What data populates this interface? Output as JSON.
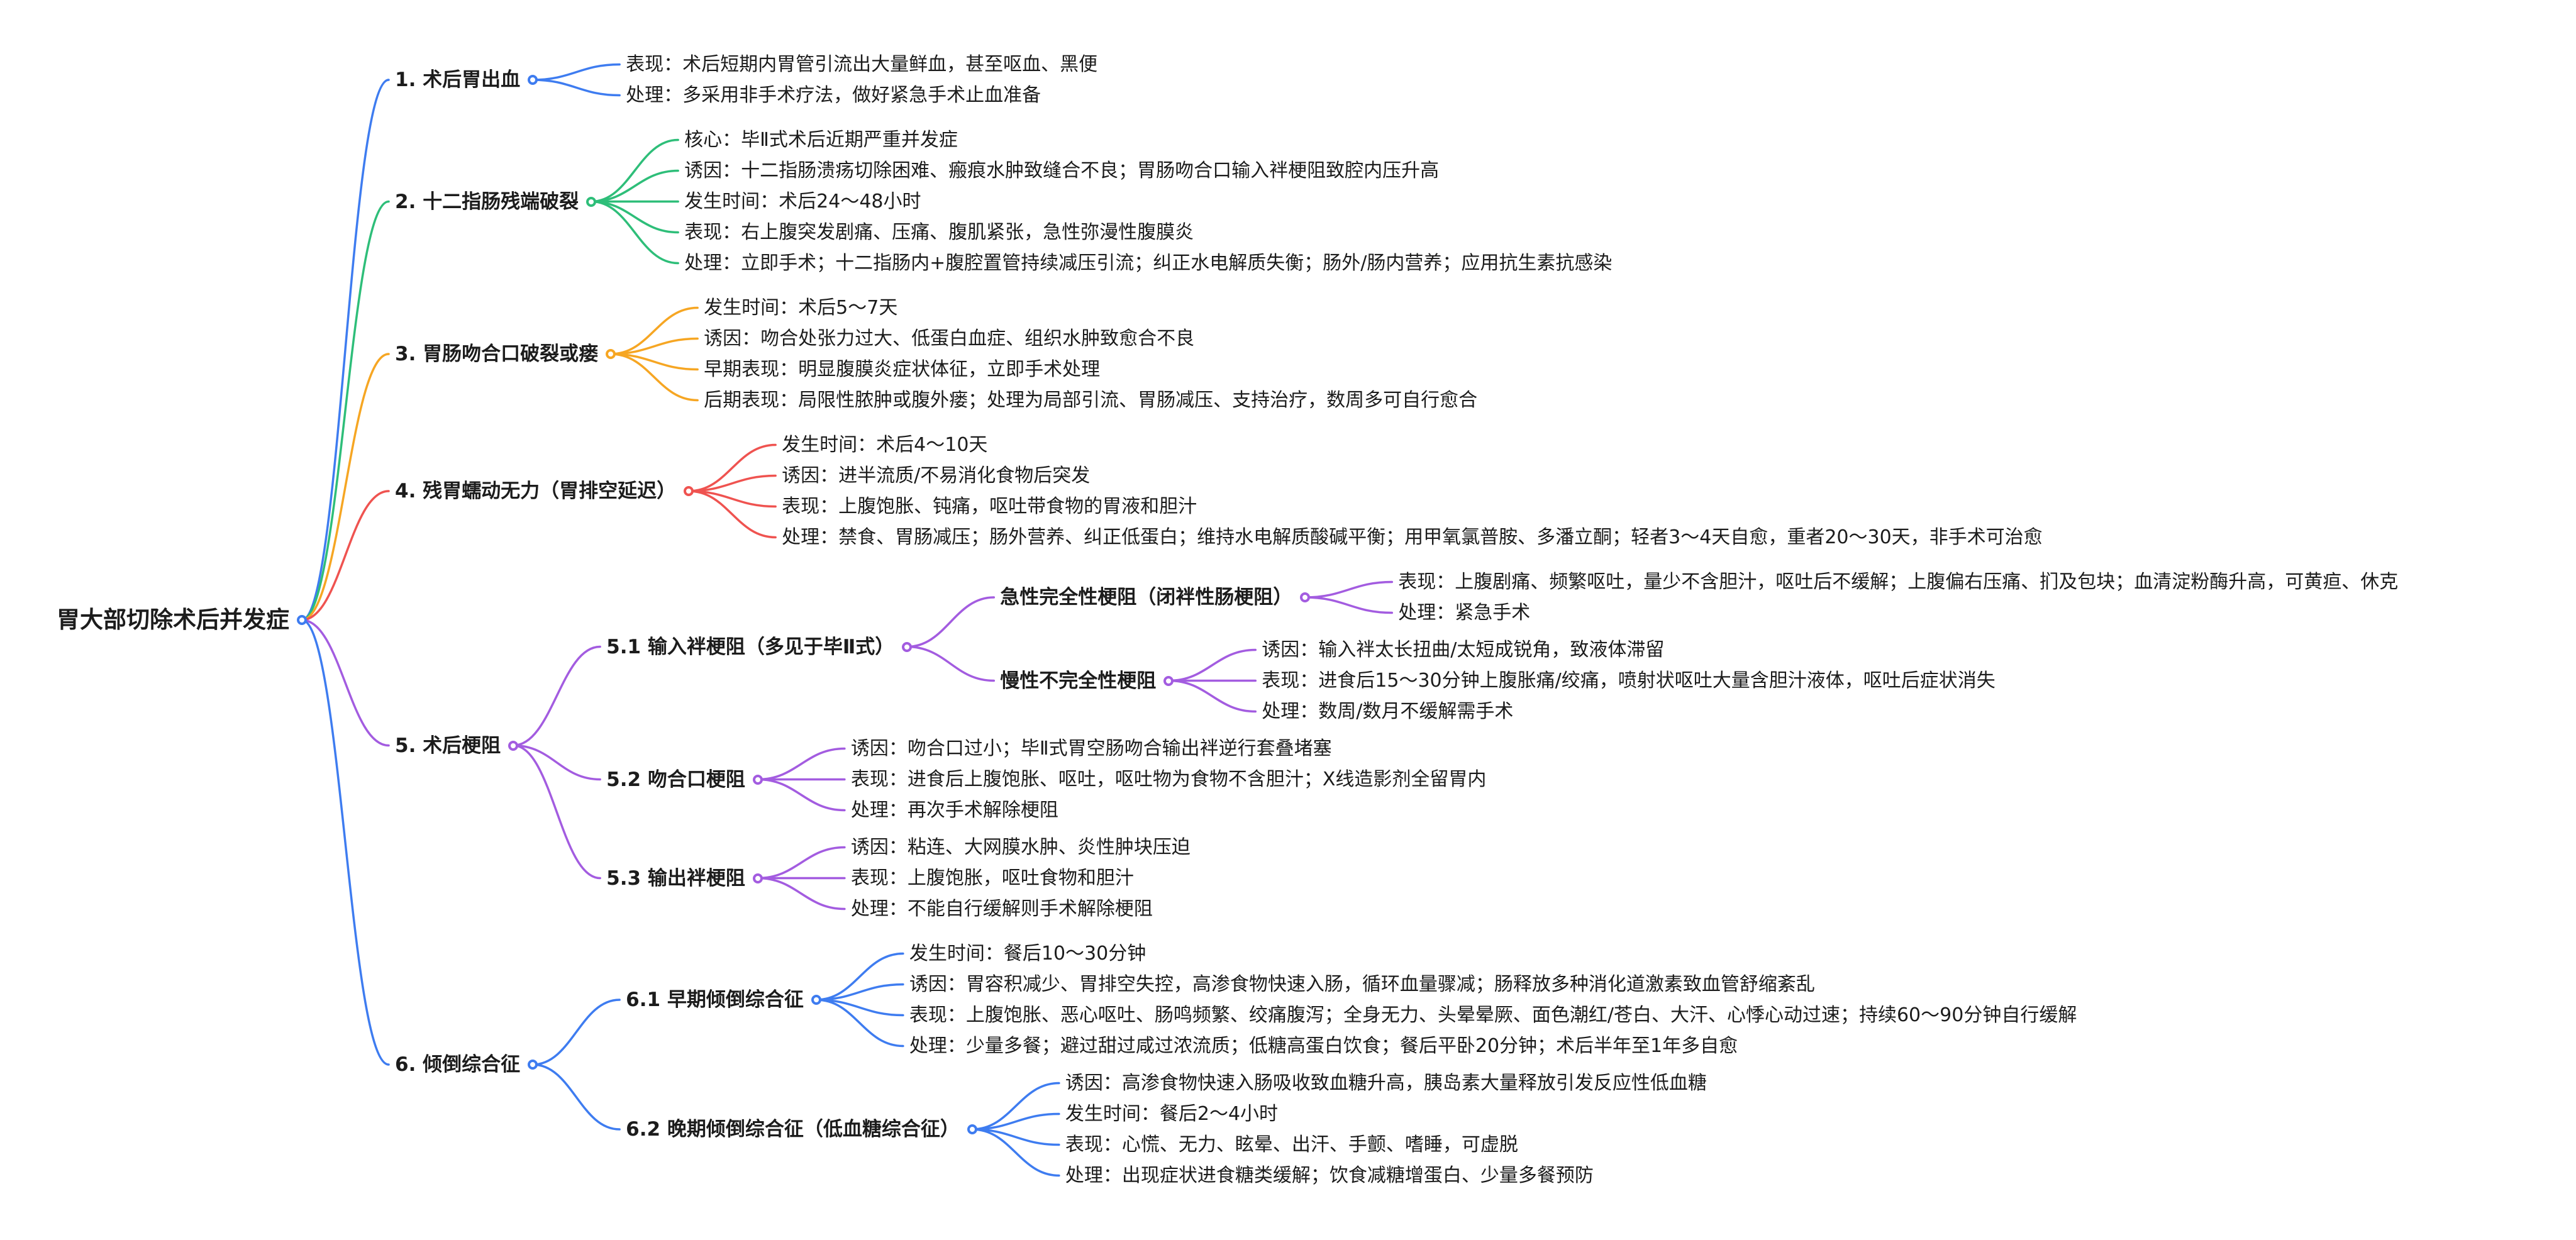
{
  "canvas": {
    "background": "#ffffff"
  },
  "root": {
    "label": "胃大部切除术后并发症",
    "color": "#3E7CF0",
    "children": [
      {
        "label": "1. 术后胃出血",
        "color": "#3E7CF0",
        "children": [
          {
            "label": "表现：术后短期内胃管引流出大量鲜血，甚至呕血、黑便"
          },
          {
            "label": "处理：多采用非手术疗法，做好紧急手术止血准备"
          }
        ]
      },
      {
        "label": "2. 十二指肠残端破裂",
        "color": "#2EBE79",
        "children": [
          {
            "label": "核心：毕Ⅱ式术后近期严重并发症"
          },
          {
            "label": "诱因：十二指肠溃疡切除困难、瘢痕水肿致缝合不良；胃肠吻合口输入袢梗阻致腔内压升高"
          },
          {
            "label": "发生时间：术后24～48小时"
          },
          {
            "label": "表现：右上腹突发剧痛、压痛、腹肌紧张，急性弥漫性腹膜炎"
          },
          {
            "label": "处理：立即手术；十二指肠内+腹腔置管持续减压引流；纠正水电解质失衡；肠外/肠内营养；应用抗生素抗感染"
          }
        ]
      },
      {
        "label": "3. 胃肠吻合口破裂或瘘",
        "color": "#F6A623",
        "children": [
          {
            "label": "发生时间：术后5～7天"
          },
          {
            "label": "诱因：吻合处张力过大、低蛋白血症、组织水肿致愈合不良"
          },
          {
            "label": "早期表现：明显腹膜炎症状体征，立即手术处理"
          },
          {
            "label": "后期表现：局限性脓肿或腹外瘘；处理为局部引流、胃肠减压、支持治疗，数周多可自行愈合"
          }
        ]
      },
      {
        "label": "4. 残胃蠕动无力（胃排空延迟）",
        "color": "#EF5350",
        "children": [
          {
            "label": "发生时间：术后4～10天"
          },
          {
            "label": "诱因：进半流质/不易消化食物后突发"
          },
          {
            "label": "表现：上腹饱胀、钝痛，呕吐带食物的胃液和胆汁"
          },
          {
            "label": "处理：禁食、胃肠减压；肠外营养、纠正低蛋白；维持水电解质酸碱平衡；用甲氧氯普胺、多潘立酮；轻者3～4天自愈，重者20～30天，非手术可治愈"
          }
        ]
      },
      {
        "label": "5. 术后梗阻",
        "color": "#A35CE0",
        "children": [
          {
            "label": "5.1 输入袢梗阻（多见于毕Ⅱ式）",
            "children": [
              {
                "label": "急性完全性梗阻（闭袢性肠梗阻）",
                "children": [
                  {
                    "label": "表现：上腹剧痛、频繁呕吐，量少不含胆汁，呕吐后不缓解；上腹偏右压痛、扪及包块；血清淀粉酶升高，可黄疸、休克"
                  },
                  {
                    "label": "处理：紧急手术"
                  }
                ]
              },
              {
                "label": "慢性不完全性梗阻",
                "children": [
                  {
                    "label": "诱因：输入袢太长扭曲/太短成锐角，致液体滞留"
                  },
                  {
                    "label": "表现：进食后15～30分钟上腹胀痛/绞痛，喷射状呕吐大量含胆汁液体，呕吐后症状消失"
                  },
                  {
                    "label": "处理：数周/数月不缓解需手术"
                  }
                ]
              }
            ]
          },
          {
            "label": "5.2 吻合口梗阻",
            "children": [
              {
                "label": "诱因：吻合口过小；毕Ⅱ式胃空肠吻合输出袢逆行套叠堵塞"
              },
              {
                "label": "表现：进食后上腹饱胀、呕吐，呕吐物为食物不含胆汁；X线造影剂全留胃内"
              },
              {
                "label": "处理：再次手术解除梗阻"
              }
            ]
          },
          {
            "label": "5.3 输出袢梗阻",
            "children": [
              {
                "label": "诱因：粘连、大网膜水肿、炎性肿块压迫"
              },
              {
                "label": "表现：上腹饱胀，呕吐食物和胆汁"
              },
              {
                "label": "处理：不能自行缓解则手术解除梗阻"
              }
            ]
          }
        ]
      },
      {
        "label": "6. 倾倒综合征",
        "color": "#3E7CF0",
        "children": [
          {
            "label": "6.1 早期倾倒综合征",
            "children": [
              {
                "label": "发生时间：餐后10～30分钟"
              },
              {
                "label": "诱因：胃容积减少、胃排空失控，高渗食物快速入肠，循环血量骤减；肠释放多种消化道激素致血管舒缩紊乱"
              },
              {
                "label": "表现：上腹饱胀、恶心呕吐、肠鸣频繁、绞痛腹泻；全身无力、头晕晕厥、面色潮红/苍白、大汗、心悸心动过速；持续60～90分钟自行缓解"
              },
              {
                "label": "处理：少量多餐；避过甜过咸过浓流质；低糖高蛋白饮食；餐后平卧20分钟；术后半年至1年多自愈"
              }
            ]
          },
          {
            "label": "6.2 晚期倾倒综合征（低血糖综合征）",
            "children": [
              {
                "label": "诱因：高渗食物快速入肠吸收致血糖升高，胰岛素大量释放引发反应性低血糖"
              },
              {
                "label": "发生时间：餐后2～4小时"
              },
              {
                "label": "表现：心慌、无力、眩晕、出汗、手颤、嗜睡，可虚脱"
              },
              {
                "label": "处理：出现症状进食糖类缓解；饮食减糖增蛋白、少量多餐预防"
              }
            ]
          }
        ]
      }
    ]
  }
}
